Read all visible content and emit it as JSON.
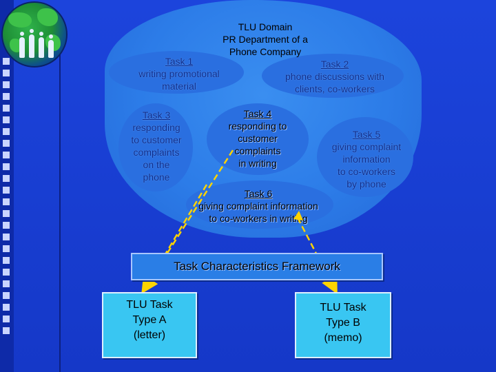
{
  "domain": {
    "line1": "TLU Domain",
    "line2": "PR Department of a",
    "line3": "Phone Company"
  },
  "tasks": {
    "task1": {
      "title": "Task 1",
      "lines": [
        "writing promotional",
        "material"
      ]
    },
    "task2": {
      "title": "Task 2",
      "lines": [
        "phone discussions with",
        "clients, co-workers"
      ]
    },
    "task3": {
      "title": "Task 3",
      "lines": [
        "responding",
        "to customer",
        "complaints",
        "on the",
        "phone"
      ]
    },
    "task4": {
      "title": "Task 4",
      "lines": [
        "responding to",
        "customer",
        "complaints",
        "in writing"
      ]
    },
    "task5": {
      "title": "Task 5",
      "lines": [
        "giving complaint",
        "information",
        "to co-workers",
        "by phone"
      ]
    },
    "task6": {
      "title": "Task 6",
      "lines": [
        "giving complaint information",
        "to co-workers in writing"
      ]
    }
  },
  "framework": {
    "label": "Task Characteristics Framework"
  },
  "types": {
    "a": {
      "lines": [
        "TLU Task",
        "Type A",
        "(letter)"
      ]
    },
    "b": {
      "lines": [
        "TLU Task",
        "Type B",
        "(memo)"
      ]
    }
  },
  "colors": {
    "background": "#1a3fd6",
    "blob": "#2c7ce8",
    "task_box": "#39c6f2",
    "arrow": "#ffd400"
  },
  "icons": {
    "logo": "globe-people-icon"
  }
}
